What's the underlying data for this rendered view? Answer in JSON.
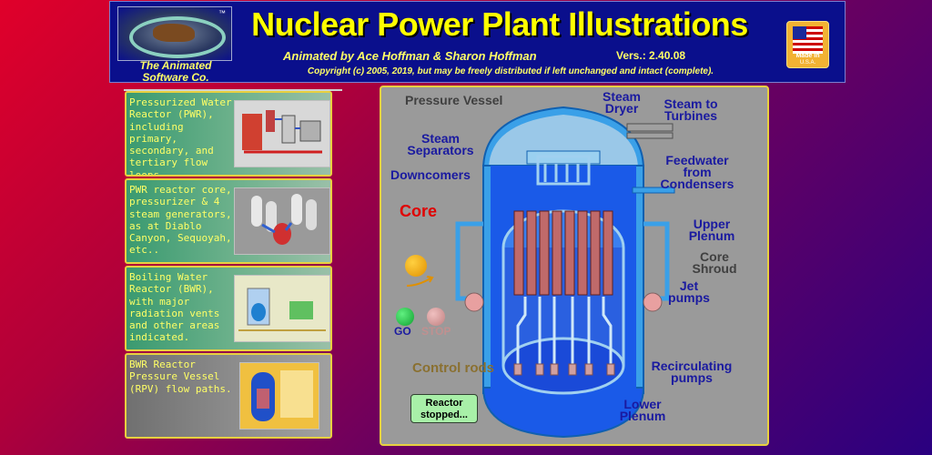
{
  "header": {
    "company": "The Animated Software Co.",
    "title": "Nuclear Power Plant Illustrations",
    "authors": "Animated by Ace Hoffman & Sharon Hoffman",
    "version": "Vers.: 2.40.08",
    "copyright": "Copyright (c) 2005, 2019, but may be freely distributed if left unchanged and intact (complete).",
    "badge_line1": "Made in",
    "badge_line2": "U.S.A."
  },
  "panels": [
    {
      "text": "Pressurized Water Reactor (PWR), including primary, secondary, and tertiary flow loops."
    },
    {
      "text": "PWR reactor core, pressurizer & 4 steam generators, as at Diablo Canyon, Sequoyah, etc.."
    },
    {
      "text": "Boiling Water Reactor (BWR), with major radiation vents and other areas indicated."
    },
    {
      "text": "BWR Reactor Pressure Vessel (RPV) flow paths."
    }
  ],
  "diagram": {
    "labels": {
      "pressure_vessel": "Pressure Vessel",
      "steam_dryer": "Steam Dryer",
      "steam_to_turbines": "Steam to Turbines",
      "steam_separators": "Steam Separators",
      "downcomers": "Downcomers",
      "feedwater": "Feedwater from Condensers",
      "core": "Core",
      "upper_plenum": "Upper Plenum",
      "core_shroud": "Core Shroud",
      "jet_pumps": "Jet pumps",
      "control_rods": "Control rods",
      "recirculating_pumps": "Recirculating pumps",
      "lower_plenum": "Lower Plenum"
    },
    "go_label": "GO",
    "stop_label": "STOP",
    "status": "Reactor stopped...",
    "colors": {
      "water": "#1a5ae8",
      "vessel": "#3aa0e8",
      "core_rods": "#c06a6a",
      "go": "#20c040",
      "stop": "#d8a0a0",
      "start_ball": "#f0a000"
    }
  }
}
